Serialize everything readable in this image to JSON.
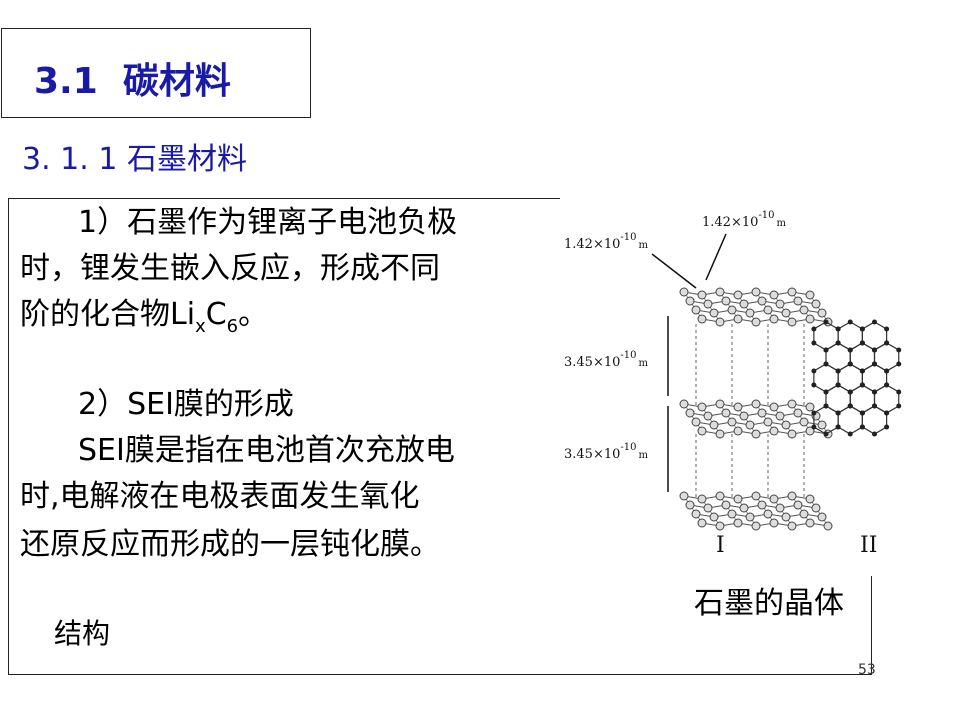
{
  "title": {
    "number": "3.1",
    "text": "碳材料"
  },
  "subtitle": "3. 1. 1  石墨材料",
  "paragraphs": {
    "p1_line1": "1）石墨作为锂离子电池负极",
    "p1_line2": "时，锂发生嵌入反应，形成不同",
    "p1_line3_pre": "阶的化合物Li",
    "p1_line3_sub1": "x",
    "p1_line3_mid": "C",
    "p1_line3_sub2": "6",
    "p1_line3_post": "。",
    "p2_line1": "2）SEI膜的形成",
    "p2_line2": "SEI膜是指在电池首次充放电",
    "p2_line3": "时,电解液在电极表面发生氧化",
    "p2_line4": "还原反应而形成的一层钝化膜。"
  },
  "figure": {
    "label_top": "1.42×10",
    "label_top_exp": "-10",
    "label_top_unit": "m",
    "label_left": "1.42×10",
    "label_left_exp": "-10",
    "label_left_unit": "m",
    "label_mid1": "3.45×10",
    "label_mid1_exp": "-10",
    "label_mid1_unit": "m",
    "label_mid2": "3.45×10",
    "label_mid2_exp": "-10",
    "label_mid2_unit": "m",
    "roman_1": "I",
    "roman_2": "II"
  },
  "caption": "石墨的晶体",
  "caption_cont": "结构",
  "page_number": "53"
}
